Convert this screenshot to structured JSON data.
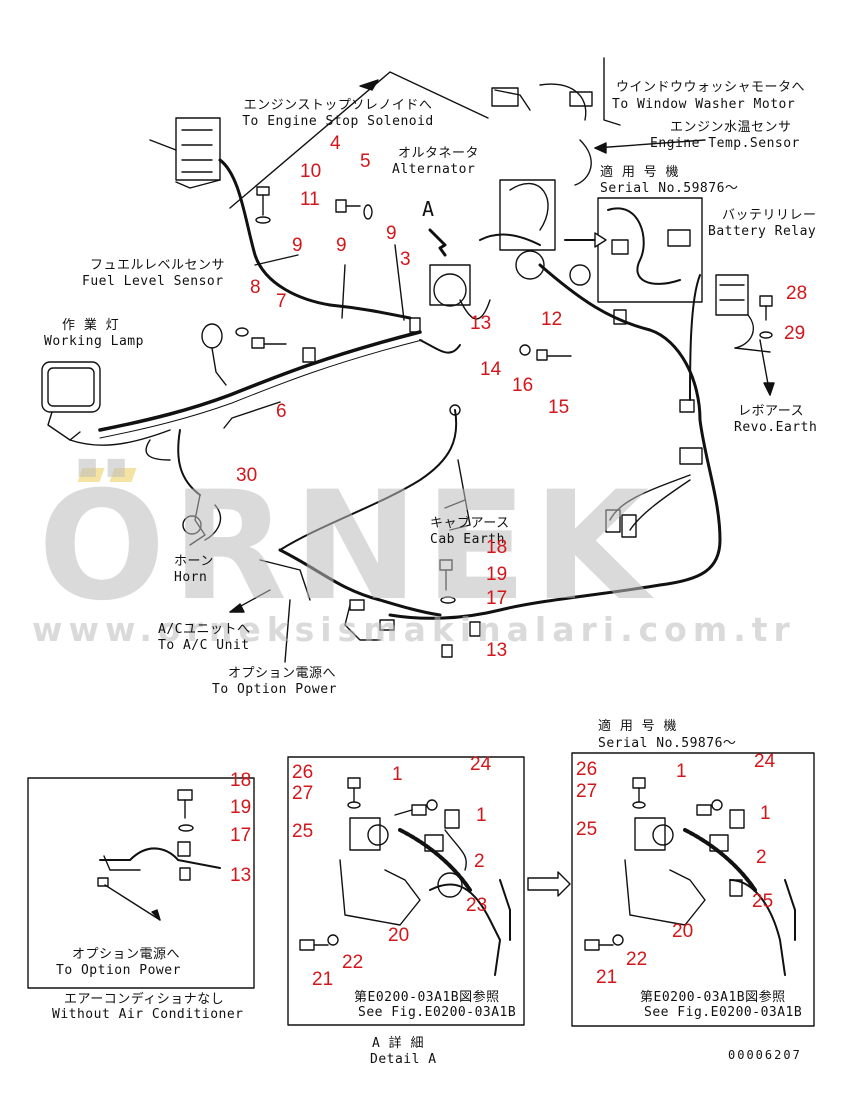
{
  "labels": {
    "engine_stop_jp": "エンジンストップソレノイドへ",
    "engine_stop_en": "To Engine Stop Solenoid",
    "alternator_jp": "オルタネータ",
    "alternator_en": "Alternator",
    "window_washer_jp": "ウインドウウォッシャモータへ",
    "window_washer_en": "To Window Washer Motor",
    "engine_temp_jp": "エンジン水温センサ",
    "engine_temp_en": "Engine Temp.Sensor",
    "serial_jp": "適 用 号 機",
    "serial_en": "Serial No.59876～",
    "battery_relay_jp": "バッテリリレー",
    "battery_relay_en": "Battery Relay",
    "fuel_level_jp": "フュエルレベルセンサ",
    "fuel_level_en": "Fuel Level Sensor",
    "working_lamp_jp": "作 業 灯",
    "working_lamp_en": "Working Lamp",
    "revo_earth_jp": "レボアース",
    "revo_earth_en": "Revo.Earth",
    "cab_earth_jp": "キャブアース",
    "cab_earth_en": "Cab Earth",
    "horn_jp": "ホーン",
    "horn_en": "Horn",
    "ac_unit_jp": "A/Cユニットへ",
    "ac_unit_en": "To A/C Unit",
    "option_power_jp": "オプション電源へ",
    "option_power_en": "To Option Power",
    "option_power2_jp": "オプション電源へ",
    "option_power2_en": "To Option Power",
    "without_ac_jp": "エアーコンディショナなし",
    "without_ac_en": "Without Air Conditioner",
    "serial2_jp": "適 用 号 機",
    "serial2_en": "Serial No.59876～",
    "see_fig_jp": "第E0200-03A1B図参照",
    "see_fig_en": "See Fig.E0200-03A1B",
    "see_fig2_jp": "第E0200-03A1B図参照",
    "see_fig2_en": "See Fig.E0200-03A1B",
    "detail_jp": "A 詳 細",
    "detail_en": "Detail A",
    "arrow_a": "A",
    "drawing_code": "00006207"
  },
  "watermark": {
    "logo": "ÖRNEK",
    "url": "www.orneksismakinalari.com.tr"
  },
  "parts": {
    "p4": "4",
    "p5": "5",
    "p10": "10",
    "p11": "11",
    "p9a": "9",
    "p9b": "9",
    "p9c": "9",
    "p3": "3",
    "p8": "8",
    "p7": "7",
    "p13a": "13",
    "p12": "12",
    "p14": "14",
    "p16": "16",
    "p15": "15",
    "p6": "6",
    "p28": "28",
    "p29": "29",
    "p30": "30",
    "p18a": "18",
    "p19a": "19",
    "p17a": "17",
    "p13b": "13",
    "p18b": "18",
    "p19b": "19",
    "p17b": "17",
    "p13c": "13",
    "p26a": "26",
    "p27a": "27",
    "p25a": "25",
    "p1a": "1",
    "p24a": "24",
    "p1b": "1",
    "p2a": "2",
    "p23": "23",
    "p20a": "20",
    "p21a": "21",
    "p22a": "22",
    "p26b": "26",
    "p27b": "27",
    "p25b": "25",
    "p1c": "1",
    "p24b": "24",
    "p1d": "1",
    "p2b": "2",
    "p25c": "25",
    "p20b": "20",
    "p21b": "21",
    "p22b": "22"
  },
  "colors": {
    "callout": "#d3161a",
    "line": "#111111",
    "watermark": "#bdbdbd"
  }
}
